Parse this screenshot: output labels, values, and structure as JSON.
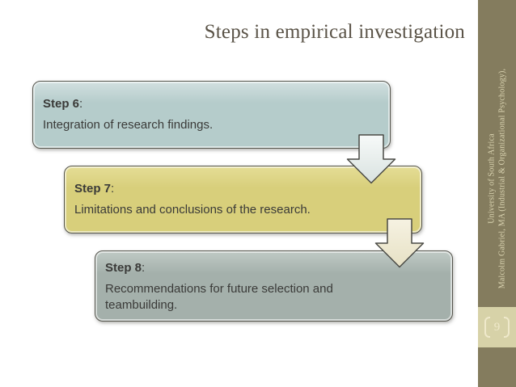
{
  "slide": {
    "title": "Steps in empirical investigation",
    "steps": [
      {
        "label": "Step 6",
        "colon": ":",
        "description": "Integration of research findings."
      },
      {
        "label": "Step 7",
        "colon": ":",
        "description": "Limitations and conclusions of the research."
      },
      {
        "label": "Step 8",
        "colon": ":",
        "description": "Recommendations for future selection and teambuilding."
      }
    ],
    "sidebar": {
      "author_line": "Malcolm Gabriel, MA (Industrial & Organizational Psychology),",
      "university_line": "University of South Africa",
      "page_number": "9"
    },
    "colors": {
      "step6_fill": "#b5cccb",
      "step7_fill": "#d8cf7b",
      "step8_fill": "#a4b0ab",
      "arrow1_fill": "#e3ebe9",
      "arrow2_fill": "#efe9d2",
      "sidebar_background": "#847c5e",
      "page_band_background": "#d7d2a8",
      "page_number_text": "#efe9cb",
      "title_text": "#5a5347",
      "box_text": "#3a3a38"
    }
  }
}
